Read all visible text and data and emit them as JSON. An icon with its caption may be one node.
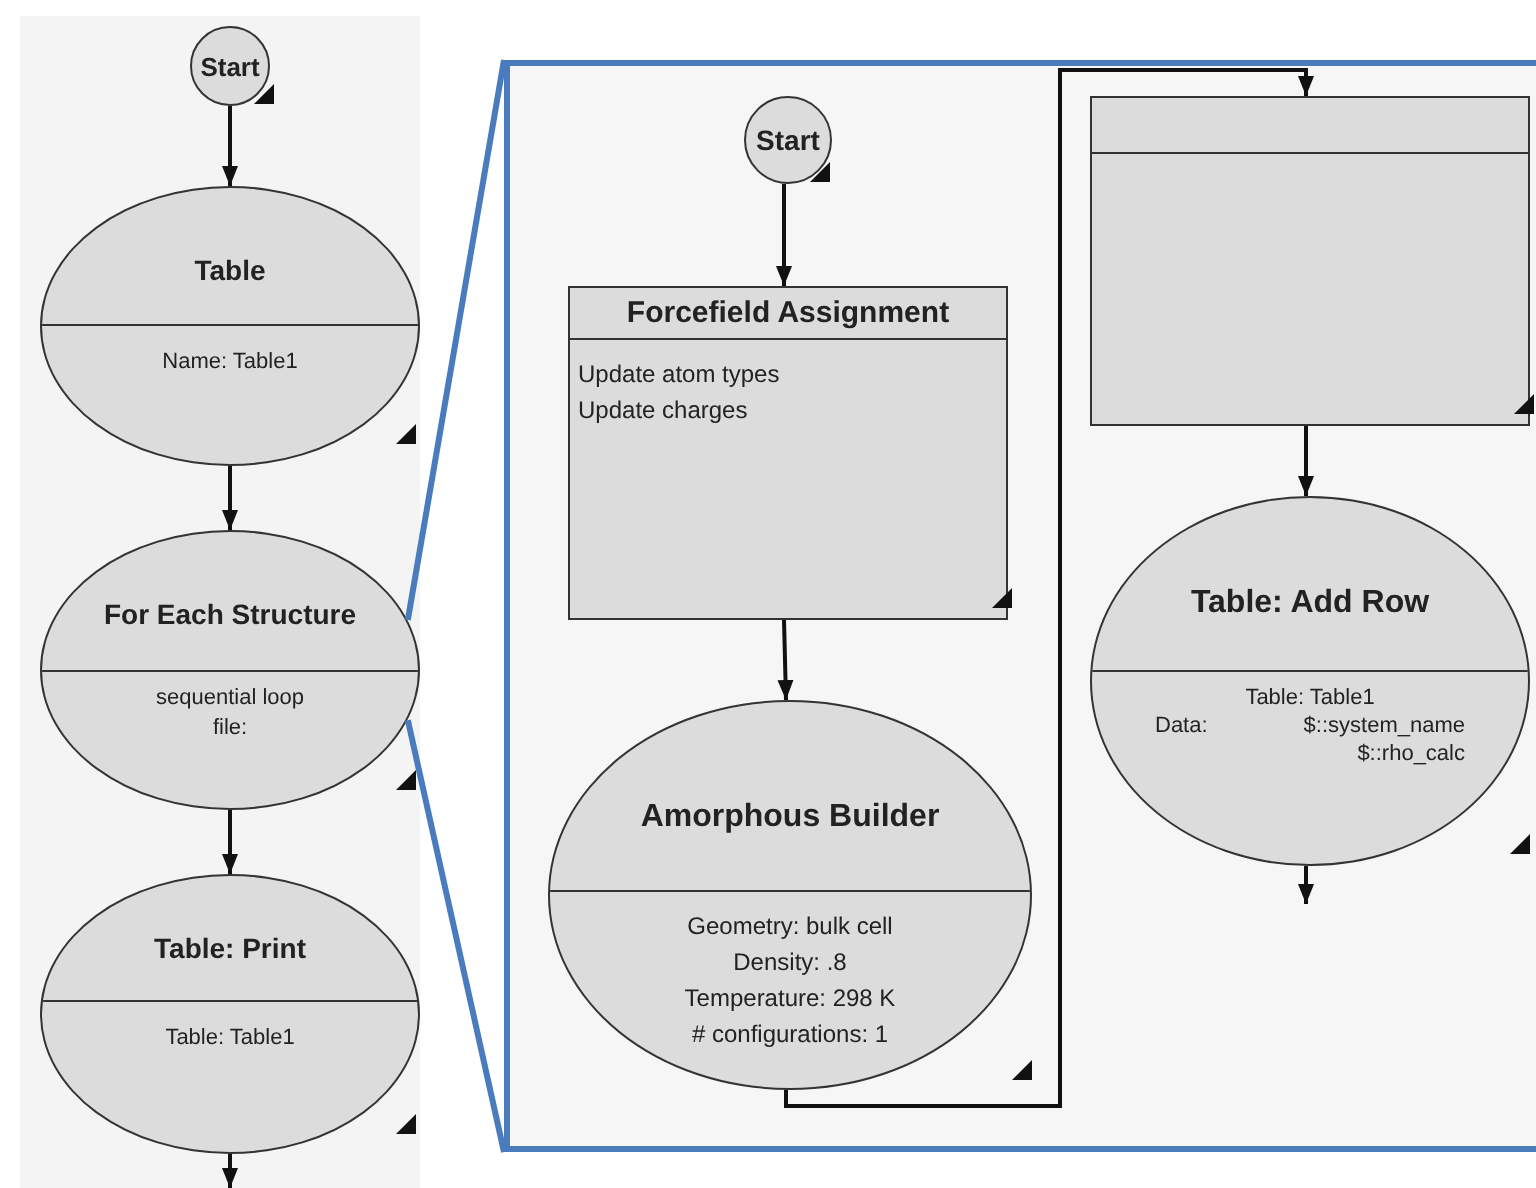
{
  "diagram": {
    "nodes": [
      {
        "text": [
          "Start"
        ]
      },
      {
        "text": [
          "Table",
          "Name: Table1"
        ]
      },
      {
        "text": [
          "For Each Structure",
          "sequential loop file:"
        ]
      },
      {
        "text": [
          "Table: Print",
          "Table: Table1"
        ]
      },
      {
        "text": [],
        "shape": "box"
      },
      {
        "text": [
          "Start"
        ],
        "in": 4
      },
      {
        "text": [
          "Forcefield Assignment",
          "Update atom types",
          "Update charges"
        ],
        "in": 4
      },
      {
        "text": [
          "Amorphous Builder",
          "Geometry: bulk cell",
          "Density: .8",
          "Temperature: 298 K",
          "# configurations: 1"
        ],
        "in": 4
      },
      {
        "text": [],
        "shape": "box",
        "in": 4
      },
      {
        "text": [
          "Table: Add Row",
          "Table: Table1",
          "Data:",
          "$::system_name",
          "$::rho_calc"
        ],
        "in": 4
      }
    ],
    "edges": [
      {
        "from": 0,
        "to": 1,
        "arrow": "to"
      },
      {
        "from": 1,
        "to": 2,
        "arrow": "to"
      },
      {
        "from": 2,
        "to": 3,
        "arrow": "to"
      },
      {
        "from": 3,
        "to": null,
        "arrow": "to"
      },
      {
        "from": 5,
        "to": 6,
        "arrow": "to"
      },
      {
        "from": 6,
        "to": 7,
        "arrow": "to"
      },
      {
        "from": 7,
        "to": 8,
        "arrow": "to"
      },
      {
        "from": 8,
        "to": 9,
        "arrow": "to"
      },
      {
        "from": 9,
        "to": null,
        "arrow": "to"
      },
      {
        "from": 2,
        "to": 4,
        "arrow": "none",
        "color": "#4a7bbd"
      },
      {
        "from": 2,
        "to": 4,
        "arrow": "none",
        "color": "#4a7bbd"
      }
    ]
  }
}
